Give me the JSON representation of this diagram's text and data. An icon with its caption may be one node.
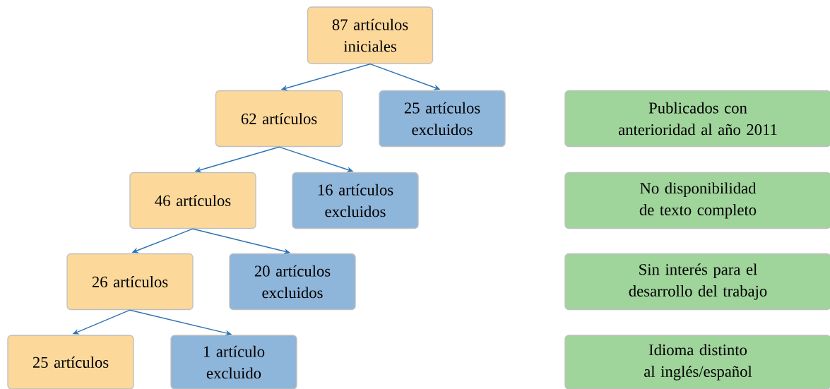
{
  "diagram": {
    "nodes": [
      {
        "text": [
          "87 artículos iniciales"
        ]
      },
      {
        "text": [
          "62 artículos"
        ]
      },
      {
        "text": [
          "25 artículos excluidos"
        ]
      },
      {
        "text": [
          "Publicados con anterioridad al año 2011"
        ]
      },
      {
        "text": [
          "46 artículos"
        ]
      },
      {
        "text": [
          "16 artículos excluidos"
        ]
      },
      {
        "text": [
          "No disponibilidad de texto completo"
        ]
      },
      {
        "text": [
          "26 artículos"
        ]
      },
      {
        "text": [
          "20 artículos excluidos"
        ]
      },
      {
        "text": [
          "Sin interés para el desarrollo del trabajo"
        ]
      },
      {
        "text": [
          "25 artículos"
        ]
      },
      {
        "text": [
          "1 artículo excluido"
        ]
      },
      {
        "text": [
          "Idioma distinto al inglés/español"
        ]
      }
    ],
    "edges": [
      {
        "from": 0,
        "to": 1,
        "arrow": "to"
      },
      {
        "from": 0,
        "to": 2,
        "arrow": "to"
      },
      {
        "from": 1,
        "to": 4,
        "arrow": "to"
      },
      {
        "from": 1,
        "to": 5,
        "arrow": "to"
      },
      {
        "from": 4,
        "to": 7,
        "arrow": "to"
      },
      {
        "from": 4,
        "to": 8,
        "arrow": "to"
      },
      {
        "from": 7,
        "to": 10,
        "arrow": "to"
      },
      {
        "from": 7,
        "to": 11,
        "arrow": "to"
      }
    ]
  }
}
